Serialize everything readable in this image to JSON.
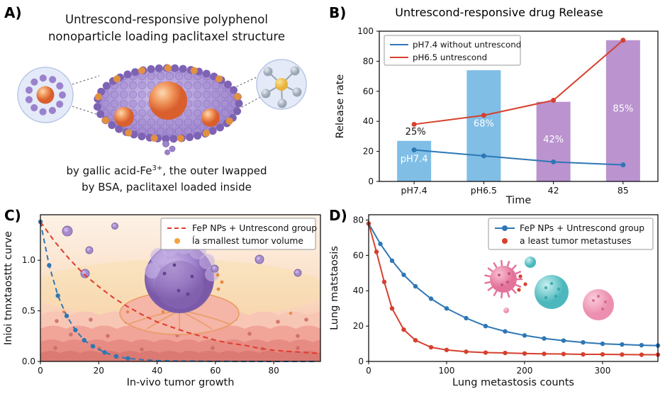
{
  "panel_labels": {
    "a": "A)",
    "b": "B)",
    "c": "C)",
    "d": "D)"
  },
  "panel_a": {
    "title_line1": "Untrescond-responsive polyphenol",
    "title_line2": "nonoparticle loading paclitaxel structure",
    "caption_pre": "by gallic acid-Fe",
    "caption_sup": "3+",
    "caption_post": ", the outer Iwapped",
    "caption_line2": "by BSA, paclitaxel loaded inside"
  },
  "chart_data": [
    {
      "panel": "B",
      "type": "bar",
      "title": "Untrescond-responsive drug Release",
      "xlabel": "Time",
      "ylabel": "Release rate",
      "ylim": [
        0,
        100
      ],
      "yticks": [
        0,
        20,
        40,
        60,
        80,
        100
      ],
      "categories": [
        "pH7.4",
        "pH6.5",
        "42",
        "85"
      ],
      "bar_values": [
        27,
        74,
        53,
        94
      ],
      "bar_colors": [
        "#72b7e3",
        "#72b7e3",
        "#b287ca",
        "#b287ca"
      ],
      "bar_inner_labels": [
        "pH7.4",
        "68%",
        "42%",
        "85%"
      ],
      "bar_outer_labels": [
        "25%",
        "",
        "",
        ""
      ],
      "series": [
        {
          "name": "pH7.4 without untrescond",
          "color": "#2e77b5",
          "values": [
            21,
            17,
            13,
            11
          ]
        },
        {
          "name": "pH6.5 untrescond",
          "color": "#d6402e",
          "values": [
            38,
            44,
            54,
            94
          ]
        }
      ],
      "legend_position": "top-left",
      "grid": false
    },
    {
      "panel": "C",
      "type": "line",
      "xlabel": "In-vivo tumor growth",
      "ylabel": "Inioi tnnxtaosttt curve",
      "xlim": [
        0,
        96
      ],
      "ylim": [
        0,
        1.45
      ],
      "xticks": [
        0,
        20,
        40,
        60,
        80
      ],
      "yticks": [
        "0.0",
        "0.5",
        "1.0"
      ],
      "series": [
        {
          "color": "#2e77b5",
          "dash": true,
          "markers": true,
          "marker_max": 30,
          "x": [
            0,
            3,
            6,
            9,
            12,
            15,
            18,
            22,
            26,
            30,
            35,
            40,
            48,
            58,
            70,
            85,
            95
          ],
          "y": [
            1.38,
            0.95,
            0.65,
            0.45,
            0.31,
            0.21,
            0.15,
            0.09,
            0.05,
            0.03,
            0.017,
            0.009,
            0.004,
            0.002,
            0.001,
            0,
            0
          ]
        },
        {
          "name": "FeP NPs + Untrescond group",
          "color": "#e03a2f",
          "dash": true,
          "x": [
            0,
            5,
            10,
            15,
            20,
            25,
            30,
            35,
            40,
            45,
            50,
            55,
            60,
            65,
            70,
            75,
            80,
            85,
            90,
            95
          ],
          "y": [
            1.38,
            1.18,
            1.01,
            0.86,
            0.74,
            0.63,
            0.54,
            0.46,
            0.39,
            0.34,
            0.29,
            0.25,
            0.21,
            0.18,
            0.16,
            0.13,
            0.11,
            0.1,
            0.09,
            0.08
          ]
        }
      ],
      "legend": [
        {
          "label": "FeP NPs + Untrescond group",
          "color": "#e03a2f",
          "style": "dashed-line"
        },
        {
          "label": "ĺa smallest tumor volume",
          "color": "#f2a33c",
          "style": "dot"
        }
      ],
      "legend_position": "top-right",
      "grid": false
    },
    {
      "panel": "D",
      "type": "line",
      "xlabel": "Lung metastosis counts",
      "ylabel": "Lung matstaosis",
      "xlim": [
        0,
        371
      ],
      "ylim": [
        0,
        83
      ],
      "xticks": [
        0,
        100,
        200,
        300
      ],
      "yticks": [
        0,
        20,
        40,
        60,
        80
      ],
      "series": [
        {
          "name": "FeP NPs + Untrescond group",
          "color": "#2e77b5",
          "markers": true,
          "x": [
            0,
            15,
            30,
            45,
            60,
            80,
            100,
            125,
            150,
            175,
            200,
            225,
            250,
            275,
            300,
            325,
            350,
            371
          ],
          "y": [
            78,
            66.5,
            57,
            49,
            42.5,
            35.5,
            30,
            24.5,
            20,
            17,
            14.7,
            13,
            11.8,
            10.8,
            10,
            9.6,
            9.2,
            9
          ]
        },
        {
          "name": "a least tumor metastuses",
          "color": "#d6402e",
          "markers": true,
          "x": [
            0,
            10,
            20,
            30,
            45,
            60,
            80,
            100,
            125,
            150,
            175,
            200,
            225,
            250,
            275,
            300,
            325,
            350,
            371
          ],
          "y": [
            78,
            62,
            45,
            30,
            18,
            12,
            8,
            6.5,
            5.5,
            5,
            4.8,
            4.5,
            4.3,
            4.2,
            4,
            4,
            3.9,
            3.8,
            3.8
          ]
        }
      ],
      "legend": [
        {
          "label": "FeP NPs + Untrescond group",
          "color": "#2e77b5",
          "style": "line-dot"
        },
        {
          "label": "a least tumor metastuses",
          "color": "#d6402e",
          "style": "dot"
        }
      ],
      "legend_position": "top-right",
      "grid": false
    }
  ]
}
